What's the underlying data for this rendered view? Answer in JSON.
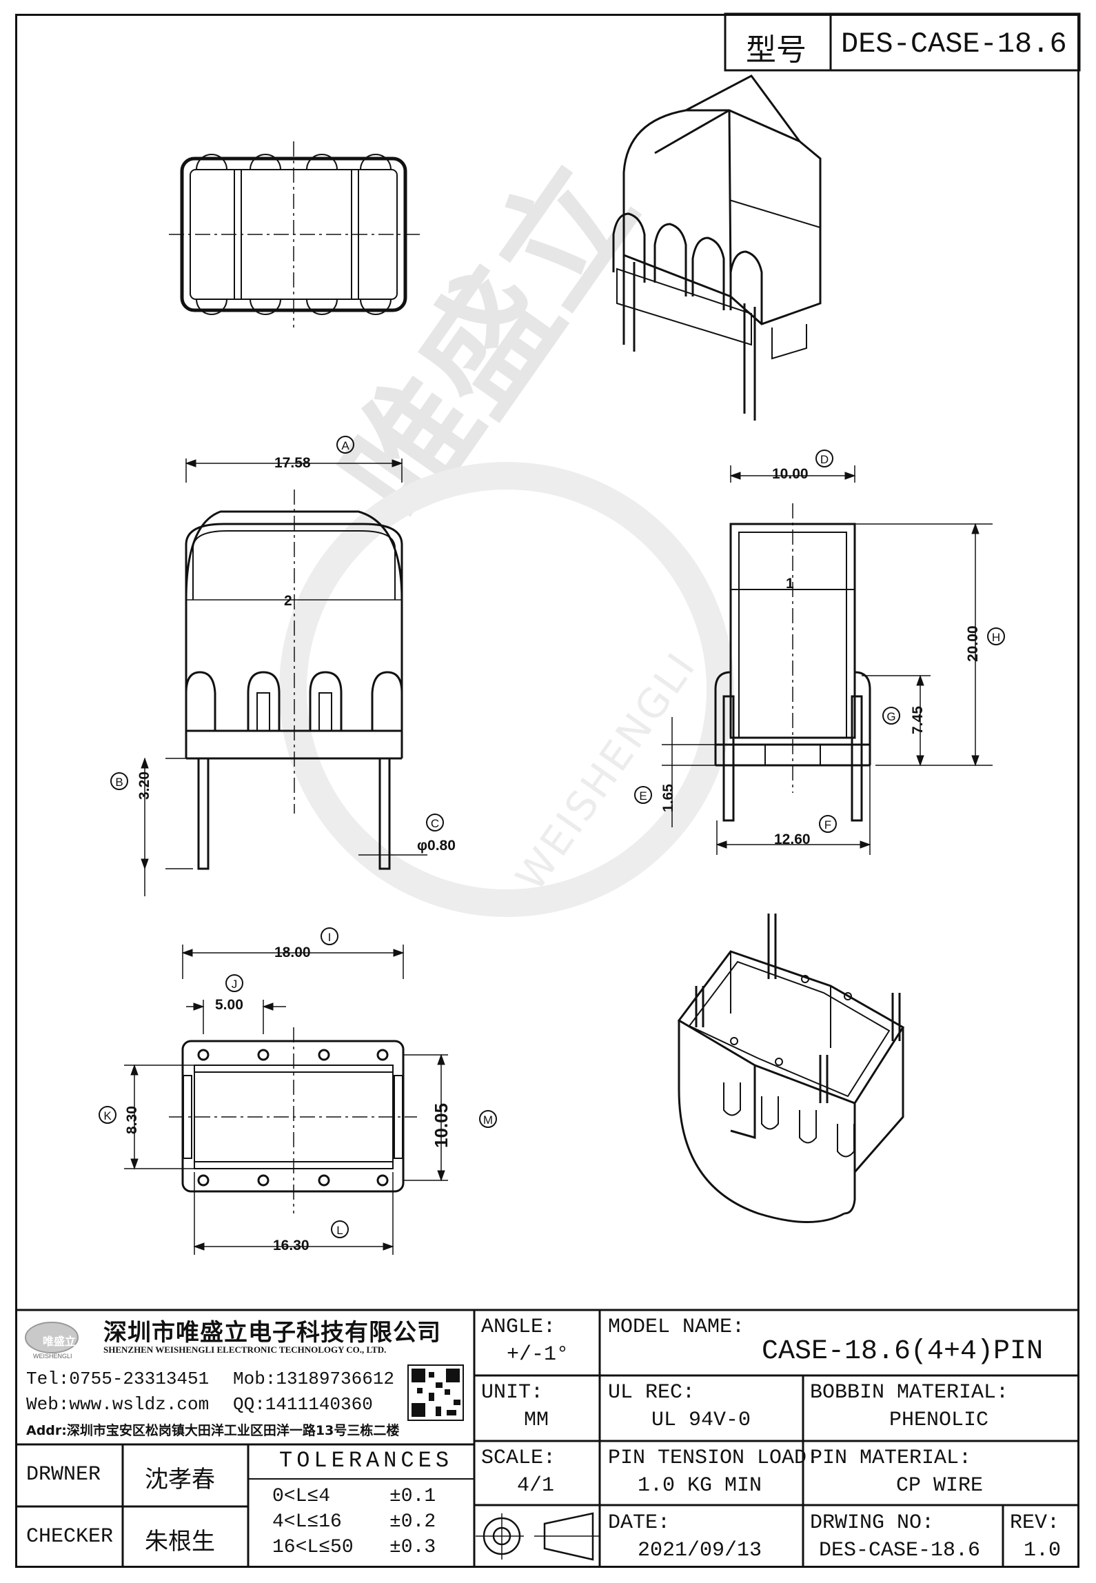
{
  "header": {
    "label": "型号",
    "value": "DES-CASE-18.6"
  },
  "watermark": {
    "cn": "唯盛立",
    "en": "WEISHENGLI"
  },
  "dimensions": {
    "A": "A",
    "A_val": "17.58",
    "B": "B",
    "B_val": "3.20",
    "C": "C",
    "C_val": "φ0.80",
    "D": "D",
    "D_val": "10.00",
    "E": "E",
    "E_val": "1.65",
    "F": "F",
    "F_val": "12.60",
    "G": "G",
    "G_val": "7.45",
    "H": "H",
    "H_val": "20.00",
    "I": "I",
    "I_val": "18.00",
    "J": "J",
    "J_val": "5.00",
    "K": "K",
    "K_val": "8.30",
    "L": "L",
    "L_val": "16.30",
    "M": "M",
    "M_val": "10.05",
    "mark1": "1",
    "mark2": "2"
  },
  "company": {
    "logo": "唯盛立",
    "logo_sub": "WEISHENGLI",
    "name_cn": "深圳市唯盛立电子科技有限公司",
    "name_en": "SHENZHEN WEISHENGLI ELECTRONIC TECHNOLOGY CO., LTD.",
    "tel": "Tel:0755-23313451",
    "mob": "Mob:13189736612",
    "web": "Web:www.wsldz.com",
    "qq": "QQ:1411140360",
    "addr": "Addr:深圳市宝安区松岗镇大田洋工业区田洋一路13号三栋二楼"
  },
  "titleblock": {
    "angle_label": "ANGLE:",
    "angle_value": "+/-1°",
    "model_label": "MODEL NAME:",
    "model_value": "CASE-18.6(4+4)PIN",
    "unit_label": "UNIT:",
    "unit_value": "MM",
    "ul_label": "UL REC:",
    "ul_value": "UL 94V-0",
    "bobbin_label": "BOBBIN MATERIAL:",
    "bobbin_value": "PHENOLIC",
    "scale_label": "SCALE:",
    "scale_value": "4/1",
    "tension_label": "PIN TENSION LOAD:",
    "tension_value": "1.0 KG MIN",
    "pinmat_label": "PIN MATERIAL:",
    "pinmat_value": "CP WIRE",
    "date_label": "DATE:",
    "date_value": "2021/09/13",
    "drwno_label": "DRWING NO:",
    "drwno_value": "DES-CASE-18.6",
    "rev_label": "REV:",
    "rev_value": "1.0",
    "drawner_label": "DRWNER",
    "drawner_value": "沈孝春",
    "checker_label": "CHECKER",
    "checker_value": "朱根生",
    "tol_title": "TOLERANCES",
    "tol1_range": "0<L≤4",
    "tol1_val": "±0.1",
    "tol2_range": "4<L≤16",
    "tol2_val": "±0.2",
    "tol3_range": "16<L≤50",
    "tol3_val": "±0.3"
  }
}
